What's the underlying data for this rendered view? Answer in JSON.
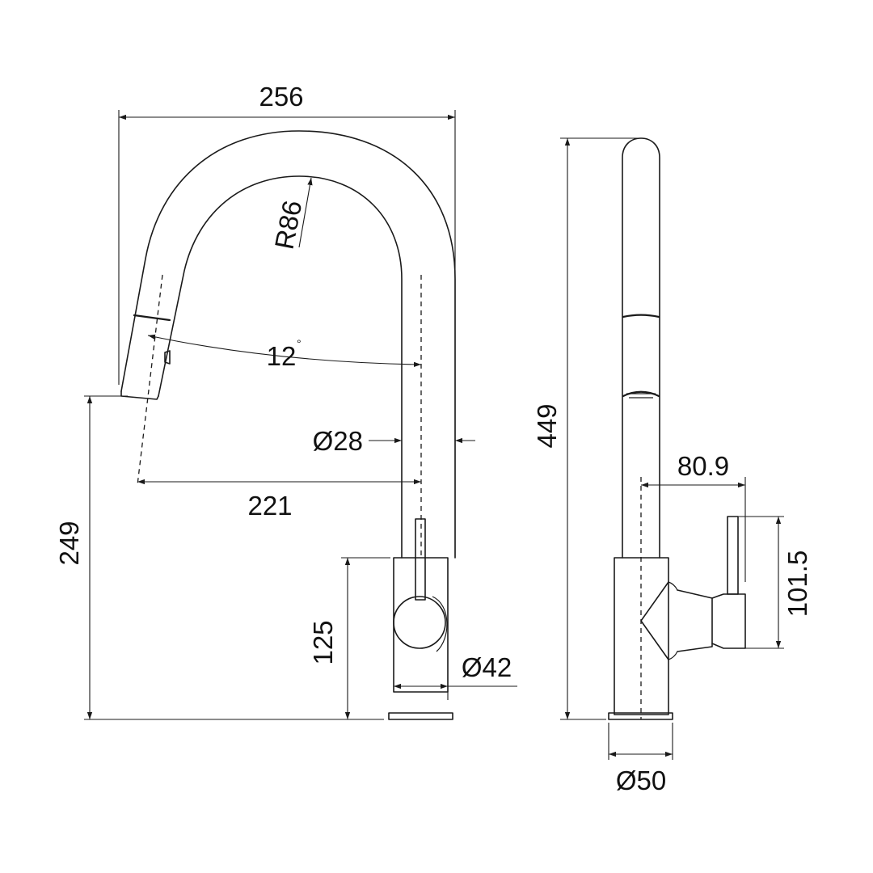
{
  "front_view": {
    "labels": {
      "overall_width": "256",
      "radius": "R86",
      "angle": "12",
      "angle_unit": "°",
      "pipe_diameter": "Ø28",
      "reach": "221",
      "spout_height": "249",
      "body_height": "125",
      "body_diameter": "Ø42"
    }
  },
  "side_view": {
    "labels": {
      "overall_height": "449",
      "handle_offset": "80.9",
      "handle_height": "101.5",
      "base_diameter": "Ø50"
    }
  }
}
